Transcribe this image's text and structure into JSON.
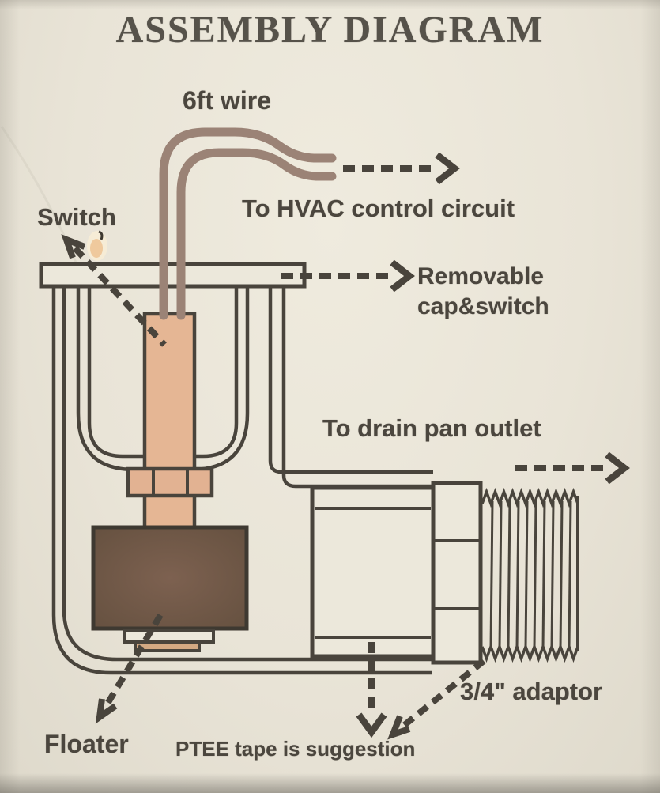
{
  "title": "ASSEMBLY DIAGRAM",
  "labels": {
    "wire": "6ft wire",
    "hvac": "To HVAC control circuit",
    "switch": "Switch",
    "removable_line1": "Removable",
    "removable_line2": "cap&switch",
    "drain": "To drain pan outlet",
    "adaptor": "3/4\" adaptor",
    "floater": "Floater",
    "ptee": "PTEE tape is suggestion"
  },
  "colors": {
    "paper": "#e9e4d7",
    "ink": "#49443c",
    "text": "#4b463e",
    "wire": "#9b8376",
    "switch_body": "#e5b694",
    "nut": "#e2b292",
    "floater": "#6c5546",
    "washer": "#d3a983"
  }
}
